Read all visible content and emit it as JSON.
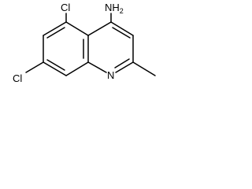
{
  "molecule": {
    "labels": {
      "amine_main": "NH",
      "amine_sub": "2",
      "chlorine_top": "Cl",
      "chlorine_left": "Cl",
      "ring_nitrogen": "N"
    },
    "colors": {
      "bond": "#000000",
      "text": "#000000",
      "background": "#ffffff"
    }
  }
}
